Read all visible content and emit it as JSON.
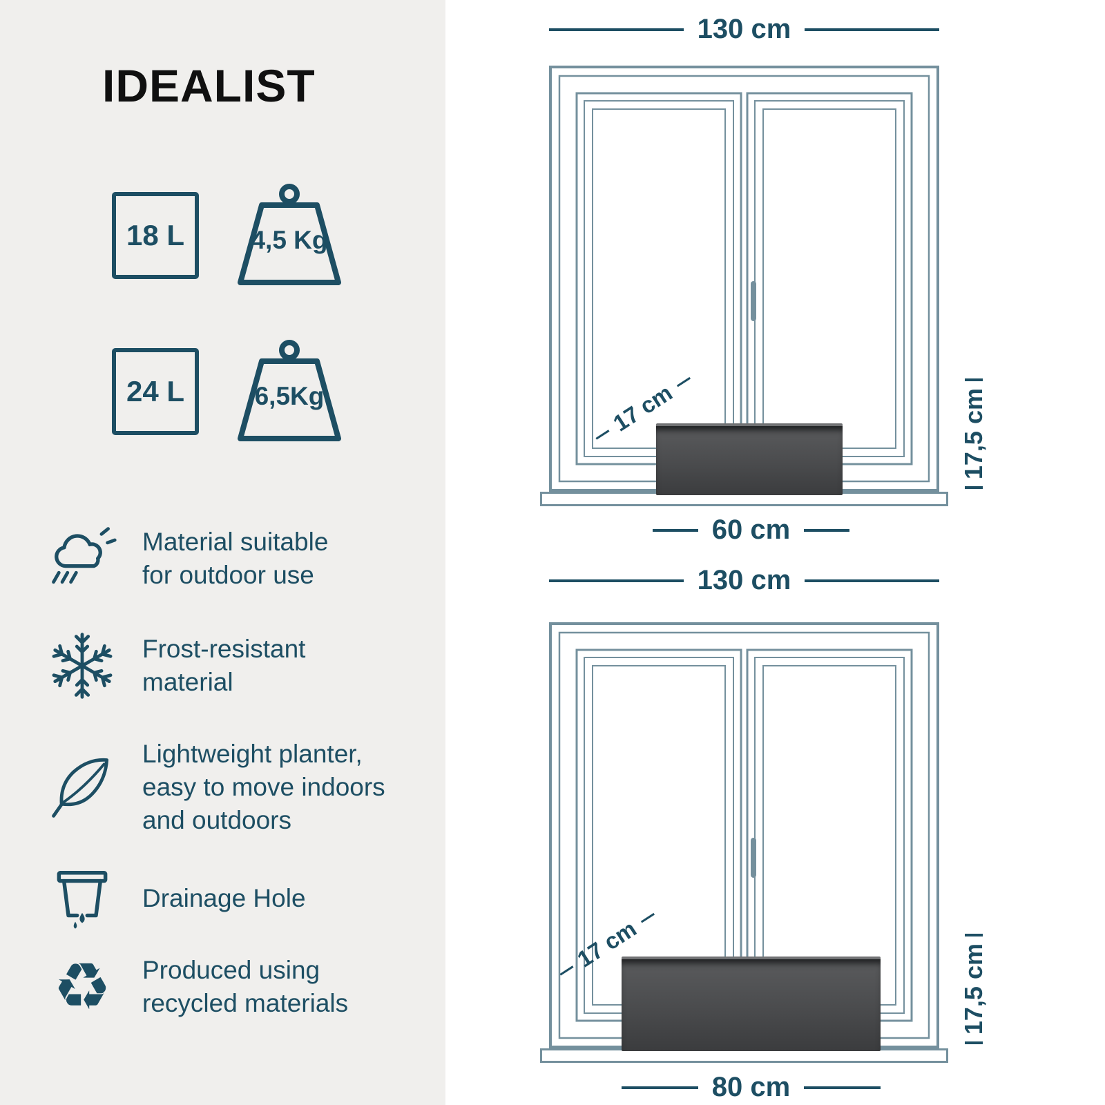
{
  "brand": "IDEALIST",
  "colors": {
    "accent": "#1d4e63",
    "window": "#74909d",
    "panel": "#f0efed",
    "planter_light": "#5a5b5d",
    "planter_dark": "#3b3c3e"
  },
  "specs": [
    {
      "volume": "18 L",
      "weight": "4,5 Kg"
    },
    {
      "volume": "24 L",
      "weight": "6,5Kg"
    }
  ],
  "features": [
    {
      "icon": "weather-icon",
      "lines": [
        "Material suitable",
        "for outdoor use"
      ]
    },
    {
      "icon": "snowflake-icon",
      "lines": [
        "Frost-resistant",
        "material"
      ]
    },
    {
      "icon": "feather-icon",
      "lines": [
        "Lightweight planter,",
        "easy to move indoors",
        "and outdoors"
      ]
    },
    {
      "icon": "drainage-icon",
      "lines": [
        "Drainage Hole"
      ]
    },
    {
      "icon": "recycle-icon",
      "lines": [
        "Produced using",
        "recycled materials"
      ]
    }
  ],
  "diagrams": [
    {
      "window_width": "130 cm",
      "planter_depth": "17 cm",
      "planter_width": "60 cm",
      "planter_height": "17,5 cm"
    },
    {
      "window_width": "130 cm",
      "planter_depth": "17 cm",
      "planter_width": "80 cm",
      "planter_height": "17,5 cm"
    }
  ]
}
